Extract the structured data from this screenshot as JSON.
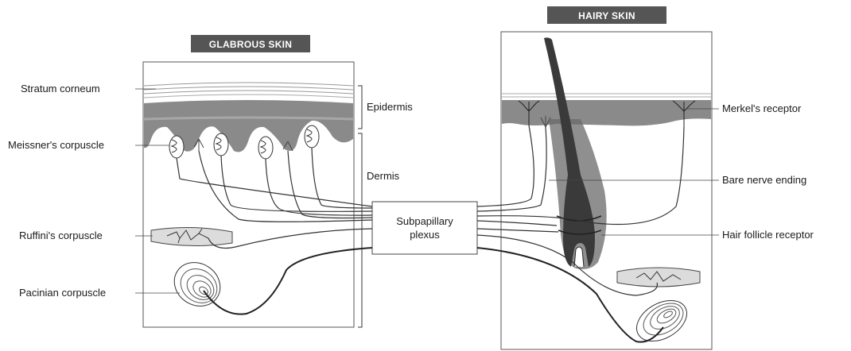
{
  "panels": {
    "glabrous": {
      "title": "GLABROUS SKIN"
    },
    "hairy": {
      "title": "HAIRY SKIN"
    }
  },
  "labels": {
    "stratum_corneum": "Stratum corneum",
    "epidermis": "Epidermis",
    "meissner": "Meissner's corpuscle",
    "dermis": "Dermis",
    "ruffini": "Ruffini's corpuscle",
    "pacinian": "Pacinian corpuscle",
    "merkel": "Merkel's receptor",
    "bare_nerve": "Bare nerve ending",
    "hair_follicle": "Hair follicle receptor"
  },
  "plexus": {
    "line1": "Subpapillary",
    "line2": "plexus"
  },
  "colors": {
    "banner": "#555555",
    "epidermis": "#8a8a8a",
    "hair": "#3a3a3a",
    "follicle": "#6a6a6a"
  }
}
